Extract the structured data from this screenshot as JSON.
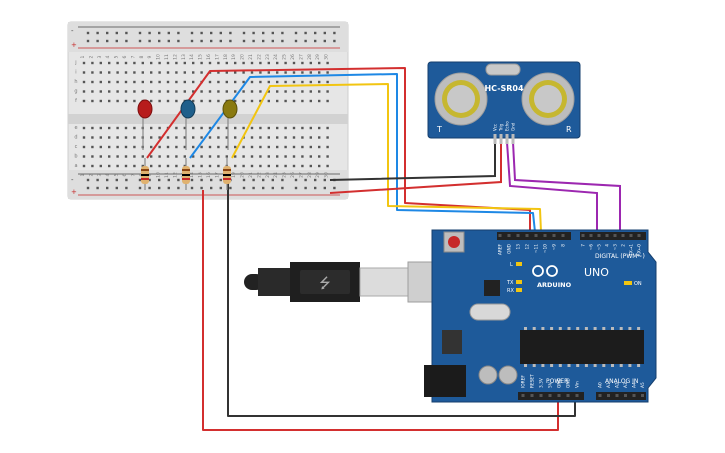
{
  "sensor": {
    "model": "HC-SR04",
    "pins": [
      "Vcc",
      "Trig",
      "Echo",
      "Gnd"
    ],
    "side_left": "T",
    "side_right": "R"
  },
  "breadboard": {
    "top_col_numbers": [
      "1",
      "2",
      "3",
      "4",
      "5",
      "6",
      "7",
      "8",
      "9",
      "10",
      "11",
      "12",
      "13",
      "14",
      "15",
      "16",
      "17",
      "18",
      "19",
      "20",
      "21",
      "22",
      "23",
      "24",
      "25",
      "26",
      "27",
      "28",
      "29",
      "30"
    ],
    "row_letters_top": [
      "j",
      "i",
      "h",
      "g",
      "f"
    ],
    "row_letters_bottom": [
      "e",
      "d",
      "c",
      "b",
      "a"
    ],
    "rail_plus": "+",
    "rail_minus": "-"
  },
  "leds": [
    {
      "color": "red",
      "hex": "#b71c1c"
    },
    {
      "color": "blue",
      "hex": "#1f5f8b"
    },
    {
      "color": "yellow",
      "hex": "#8a7a10"
    }
  ],
  "arduino": {
    "brand": "ARDUINO",
    "model": "UNO",
    "digital_label": "DIGITAL (PWM~)",
    "power_label": "POWER",
    "analog_label": "ANALOG IN",
    "on_label": "ON",
    "l_label": "L",
    "tx_label": "TX",
    "rx_label": "RX",
    "digital_pins": [
      "AREF",
      "GND",
      "13",
      "12",
      "~11",
      "~10",
      "~9",
      "8",
      "7",
      "~6",
      "~5",
      "4",
      "~3",
      "2",
      "TX→1",
      "RX←0"
    ],
    "power_pins": [
      "IOREF",
      "RESET",
      "3.3V",
      "5V",
      "GND",
      "GND",
      "Vin"
    ],
    "analog_pins": [
      "A0",
      "A1",
      "A2",
      "A3",
      "A4",
      "A5"
    ]
  },
  "wire_colors": {
    "red": "#d32f2f",
    "blue": "#1e88e5",
    "yellow": "#f2c511",
    "black": "#333333",
    "purple": "#9c27b0"
  }
}
